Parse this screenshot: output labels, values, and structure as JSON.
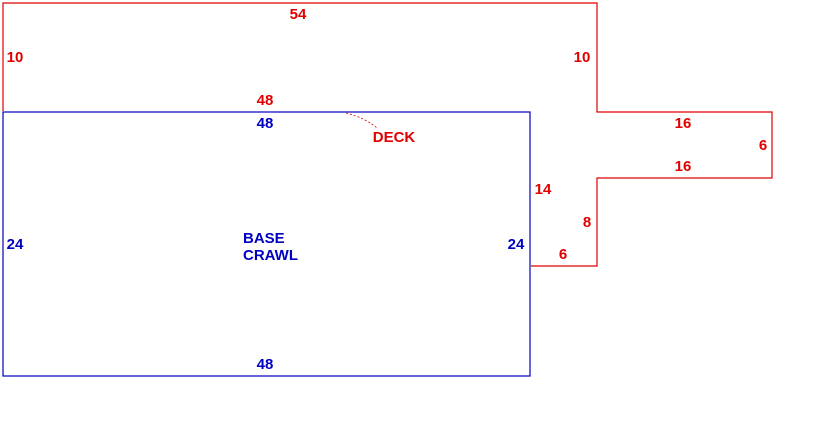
{
  "colors": {
    "deck": "#e00000",
    "base": "#0000c0",
    "background": "#ffffff"
  },
  "deck": {
    "name": "DECK",
    "dimensions": {
      "top": "54",
      "left": "10",
      "right_upper": "10",
      "inner_top": "48",
      "bump_top": "16",
      "bump_side": "6",
      "bump_bottom": "16",
      "right_mid": "14",
      "right_lower": "8",
      "bottom_step": "6"
    }
  },
  "base": {
    "name_line1": "BASE",
    "name_line2": "CRAWL",
    "dimensions": {
      "top": "48",
      "bottom": "48",
      "left": "24",
      "right": "24"
    }
  }
}
